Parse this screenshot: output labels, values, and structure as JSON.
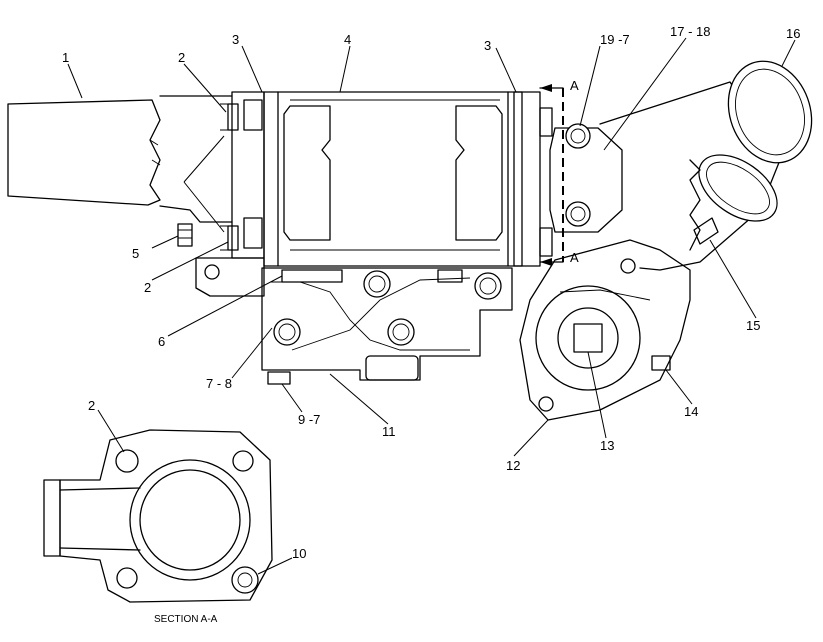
{
  "callouts": {
    "c1": "1",
    "c2a": "2",
    "c2b": "2",
    "c2c": "2",
    "c3a": "3",
    "c3b": "3",
    "c4": "4",
    "c5": "5",
    "c6": "6",
    "c7_8": "7 - 8",
    "c9_7": "9 -7",
    "c10": "10",
    "c11": "11",
    "c12": "12",
    "c13": "13",
    "c14": "14",
    "c15": "15",
    "c16": "16",
    "c17_18": "17 - 18",
    "c19_7": "19 -7"
  },
  "section_marks": {
    "top": "A",
    "bottom": "A"
  },
  "section_caption": "SECTION A-A"
}
